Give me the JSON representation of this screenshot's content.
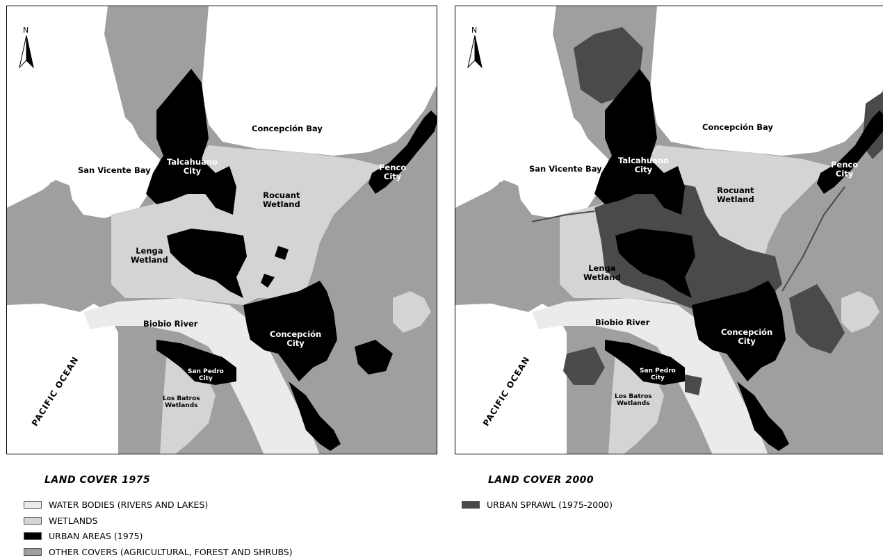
{
  "colors": {
    "water": "#ffffff",
    "water_river": "#ebebeb",
    "wetlands": "#d4d4d4",
    "urban": "#000000",
    "other": "#9f9f9f",
    "sprawl": "#4a4a4a"
  },
  "map_1975": {
    "north": "N",
    "labels": {
      "bay": "Concepción Bay",
      "san_vicente": "San Vicente Bay",
      "talcahuano": "Talcahuano\nCity",
      "penco": "Penco\nCity",
      "rocuant": "Rocuant\nWetland",
      "lenga": "Lenga\nWetland",
      "biobio": "Biobio River",
      "concepcion": "Concepción\nCity",
      "san_pedro": "San Pedro\nCity",
      "los_batros": "Los Batros\nWetlands",
      "ocean": "PACIFIC  OCEAN"
    }
  },
  "map_2000": {
    "north": "N",
    "labels": {
      "bay": "Concepción Bay",
      "san_vicente": "San Vicente Bay",
      "talcahuano": "Talcahuano\nCity",
      "penco": "Penco\nCity",
      "rocuant": "Rocuant\nWetland",
      "lenga": "Lenga\nWetland",
      "biobio": "Biobio River",
      "concepcion": "Concepción\nCity",
      "san_pedro": "San Pedro\nCity",
      "los_batros": "Los Batros\nWetlands",
      "ocean": "PACIFIC  OCEAN"
    }
  },
  "legend_1975": {
    "title": "LAND COVER 1975",
    "items": [
      {
        "label": "WATER BODIES (RIVERS AND LAKES)",
        "color": "#ebebeb"
      },
      {
        "label": "WETLANDS",
        "color": "#d4d4d4"
      },
      {
        "label": "URBAN AREAS (1975)",
        "color": "#000000"
      },
      {
        "label": "OTHER COVERS (AGRICULTURAL, FOREST AND SHRUBS)",
        "color": "#9f9f9f"
      }
    ]
  },
  "legend_2000": {
    "title": "LAND COVER 2000",
    "items": [
      {
        "label": "URBAN SPRAWL (1975-2000)",
        "color": "#4a4a4a"
      }
    ]
  }
}
